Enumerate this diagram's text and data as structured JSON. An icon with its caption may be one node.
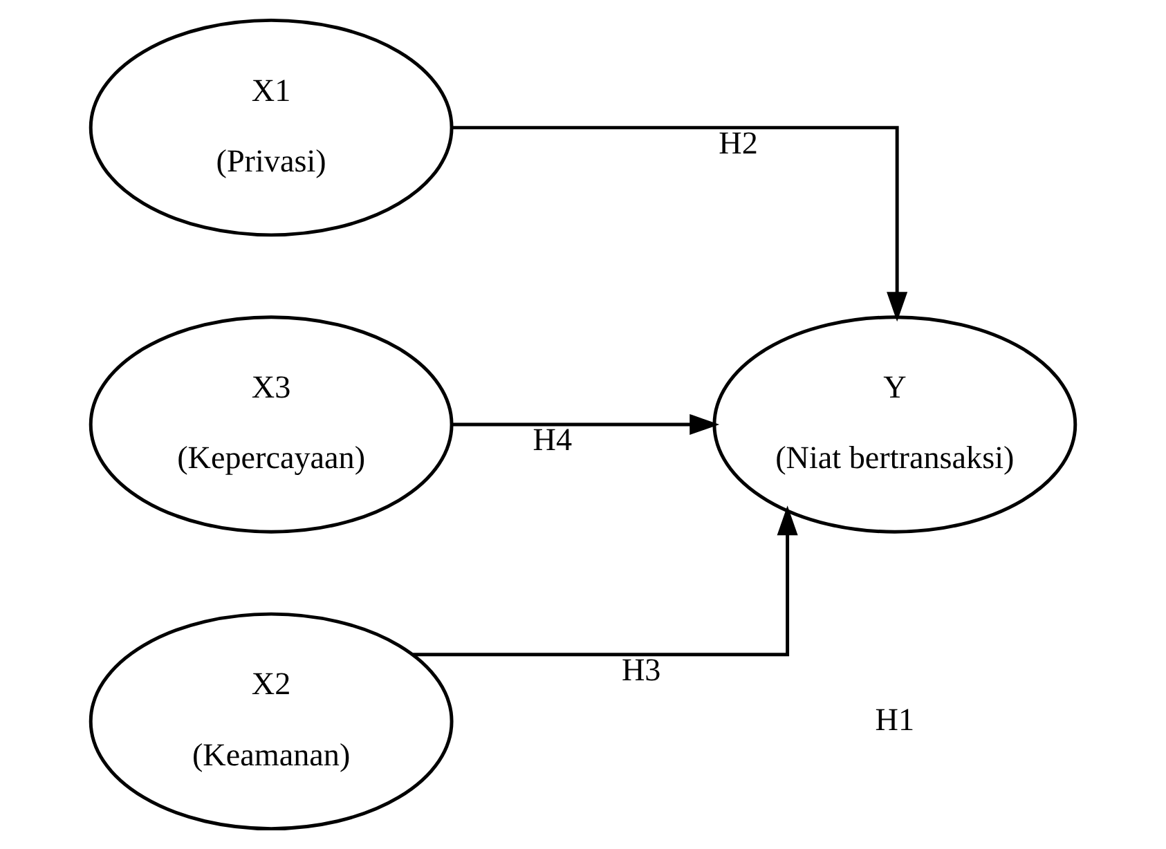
{
  "diagram": {
    "nodes": [
      {
        "text": [
          "X1",
          "(Privasi)"
        ]
      },
      {
        "text": [
          "X2",
          "(Keamanan)"
        ]
      },
      {
        "text": [
          "X3",
          "(Kepercayaan)"
        ]
      },
      {
        "text": [
          "Y",
          "(Niat bertransaksi)"
        ]
      }
    ],
    "edges": [
      {
        "from": 0,
        "to": 3,
        "arrow": "to",
        "label": "H2"
      },
      {
        "from": 1,
        "to": 3,
        "arrow": "to",
        "label": "H3"
      },
      {
        "from": 2,
        "to": 3,
        "arrow": "to",
        "label": "H4"
      }
    ],
    "labels": [
      "H1"
    ]
  }
}
